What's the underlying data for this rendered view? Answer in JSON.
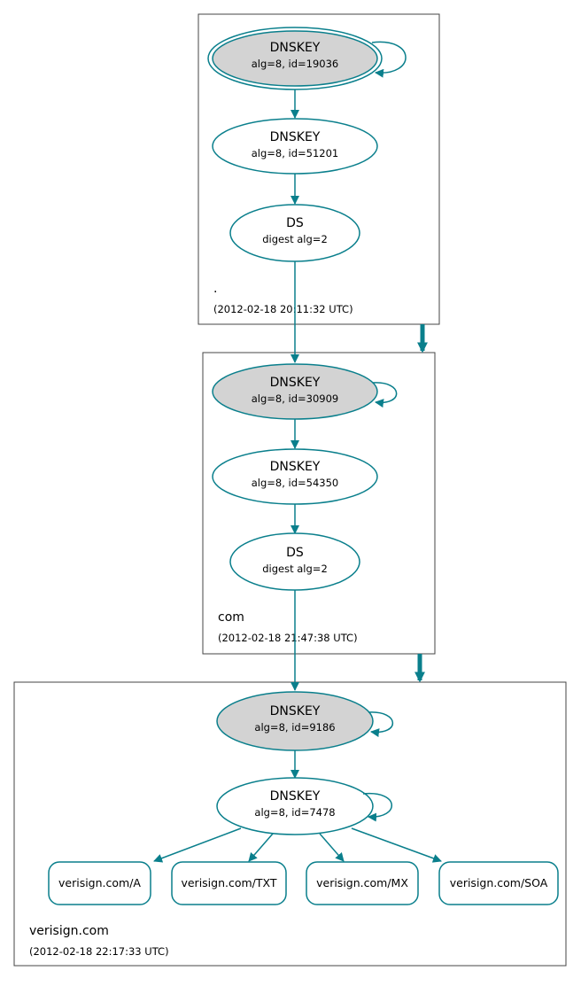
{
  "colors": {
    "edge": "#0a7f8c",
    "node_stroke": "#0a7f8c",
    "ksk_fill": "#d3d3d3",
    "node_fill": "#ffffff",
    "box_stroke": "#444444"
  },
  "zones": {
    "root": {
      "name": ".",
      "timestamp": "(2012-02-18 20:11:32 UTC)",
      "ksk": {
        "title": "DNSKEY",
        "detail": "alg=8, id=19036"
      },
      "zsk": {
        "title": "DNSKEY",
        "detail": "alg=8, id=51201"
      },
      "ds": {
        "title": "DS",
        "detail": "digest alg=2"
      }
    },
    "com": {
      "name": "com",
      "timestamp": "(2012-02-18 21:47:38 UTC)",
      "ksk": {
        "title": "DNSKEY",
        "detail": "alg=8, id=30909"
      },
      "zsk": {
        "title": "DNSKEY",
        "detail": "alg=8, id=54350"
      },
      "ds": {
        "title": "DS",
        "detail": "digest alg=2"
      }
    },
    "verisign": {
      "name": "verisign.com",
      "timestamp": "(2012-02-18 22:17:33 UTC)",
      "ksk": {
        "title": "DNSKEY",
        "detail": "alg=8, id=9186"
      },
      "zsk": {
        "title": "DNSKEY",
        "detail": "alg=8, id=7478"
      },
      "records": [
        "verisign.com/A",
        "verisign.com/TXT",
        "verisign.com/MX",
        "verisign.com/SOA"
      ]
    }
  }
}
